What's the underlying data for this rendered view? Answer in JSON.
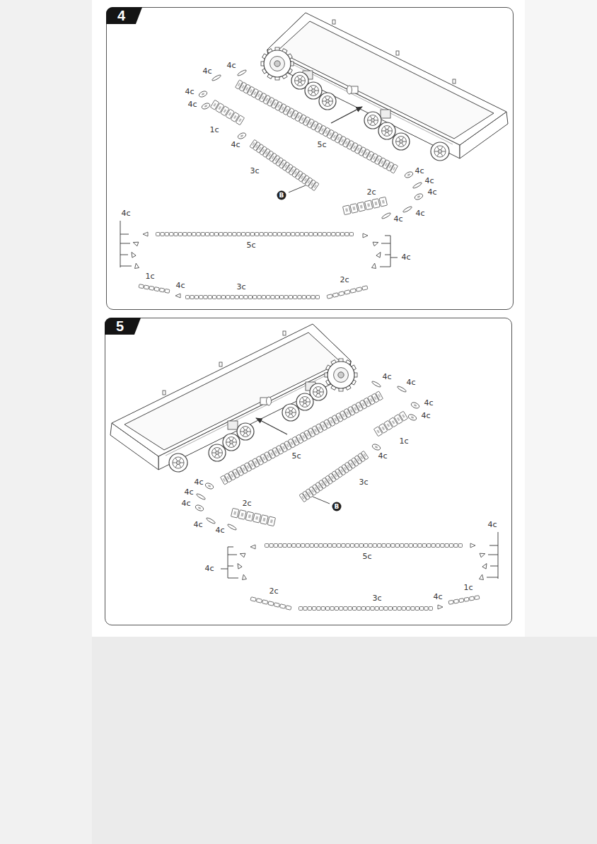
{
  "diagram": {
    "nodes": [
      {
        "text": [
          "4"
        ]
      },
      {
        "text": [
          "5"
        ]
      }
    ],
    "labels": [
      "4c",
      "4c",
      "4c",
      "4c",
      "1c",
      "4c",
      "5c",
      "3c",
      "B",
      "4c",
      "4c",
      "4c",
      "2c",
      "4c",
      "4c",
      "4c",
      "5c",
      "4c",
      "1c",
      "4c",
      "3c",
      "2c",
      "4c",
      "4c",
      "4c",
      "4c",
      "5c",
      "1c",
      "4c",
      "3c",
      "B",
      "4c",
      "4c",
      "4c",
      "4c",
      "4c",
      "2c",
      "4c",
      "5c",
      "4c",
      "2c",
      "3c",
      "4c",
      "1c"
    ]
  }
}
